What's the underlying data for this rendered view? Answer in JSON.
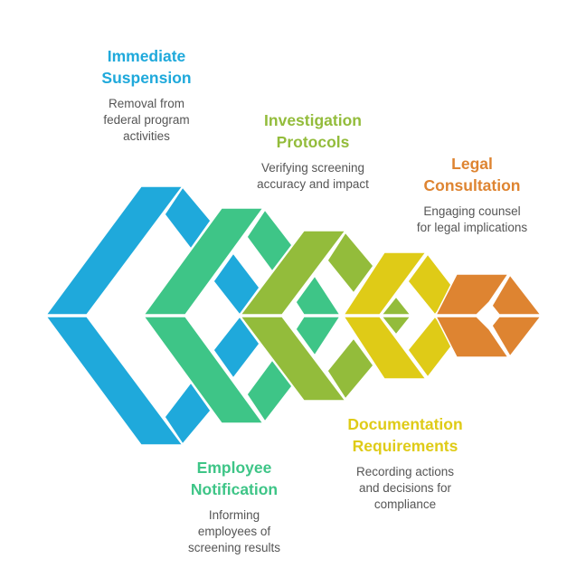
{
  "colors": {
    "blue": "#1fa9db",
    "green": "#3ec587",
    "olive": "#93bc3b",
    "yellow": "#dfcb17",
    "orange": "#de8431"
  },
  "steps": [
    {
      "title": [
        "Immediate",
        "Suspension"
      ],
      "desc": [
        "Removal from",
        "federal program",
        "activities"
      ],
      "color": "#1fa9db"
    },
    {
      "title": [
        "Employee",
        "Notification"
      ],
      "desc": [
        "Informing",
        "employees of",
        "screening results"
      ],
      "color": "#3ec587"
    },
    {
      "title": [
        "Investigation",
        "Protocols"
      ],
      "desc": [
        "Verifying screening",
        "accuracy and impact"
      ],
      "color": "#93bc3b"
    },
    {
      "title": [
        "Documentation",
        "Requirements"
      ],
      "desc": [
        "Recording actions",
        "and decisions for",
        "compliance"
      ],
      "color": "#dfcb17"
    },
    {
      "title": [
        "Legal",
        "Consultation"
      ],
      "desc": [
        "Engaging counsel",
        "for legal implications"
      ],
      "color": "#de8431"
    }
  ]
}
